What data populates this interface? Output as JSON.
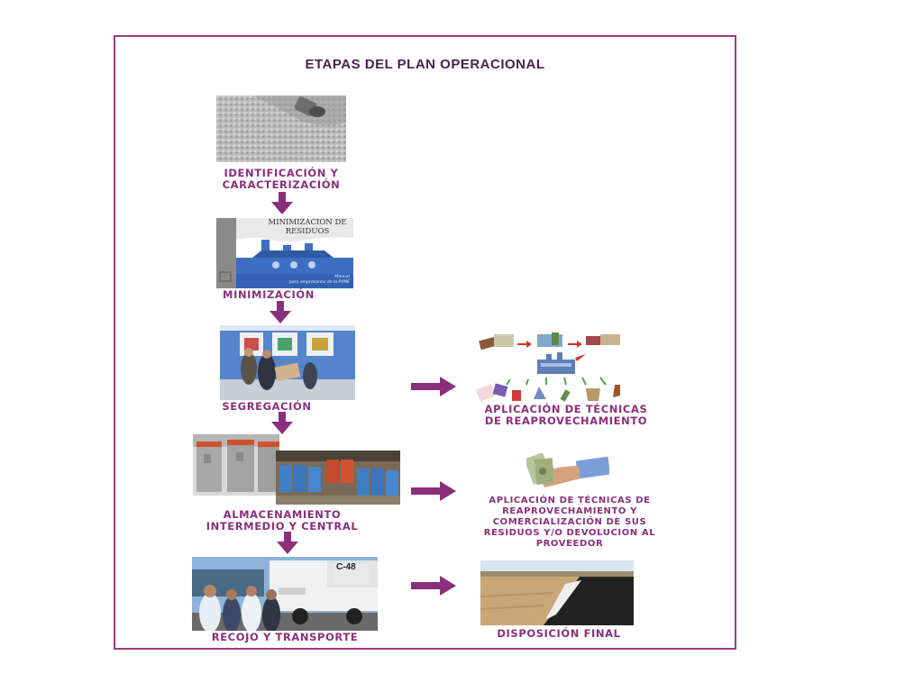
{
  "title": "ETAPAS DEL PLAN OPERACIONAL",
  "colors": {
    "accent": "#8b2f7c",
    "frame": "#9c3a84",
    "title": "#4a1f4c"
  },
  "steps": {
    "identificacion": {
      "line1": "IDENTIFICACIÓN Y",
      "line2": "CARACTERIZACIÓN"
    },
    "minimizacion": {
      "label": "MINIMIZACIÓN",
      "cover_title_line1": "MINIMIZACION DE",
      "cover_title_line2": "RESIDUOS",
      "cover_subtitle_line1": "Manual",
      "cover_subtitle_line2": "para empresarios de la PYME"
    },
    "segregacion": {
      "label": "SEGREGACIÓN"
    },
    "almacenamiento": {
      "line1": "ALMACENAMIENTO",
      "line2": "INTERMEDIO Y CENTRAL"
    },
    "recojo": {
      "label": "RECOJO Y TRANSPORTE",
      "truck_number": "C-48"
    }
  },
  "outcomes": {
    "reaprovechamiento": {
      "line1": "APLICACIÓN DE TÉCNICAS",
      "line2": "DE REAPROVECHAMIENTO"
    },
    "comercializacion": {
      "line1": "APLICACIÓN DE TÉCNICAS DE",
      "line2": "REAPROVECHAMIENTO Y",
      "line3": "COMERCIALIZACIÓN DE SUS",
      "line4": "RESIDUOS Y/O DEVOLUCION AL",
      "line5": "PROVEEDOR"
    },
    "disposicion": {
      "label": "DISPOSICIÓN FINAL"
    }
  }
}
